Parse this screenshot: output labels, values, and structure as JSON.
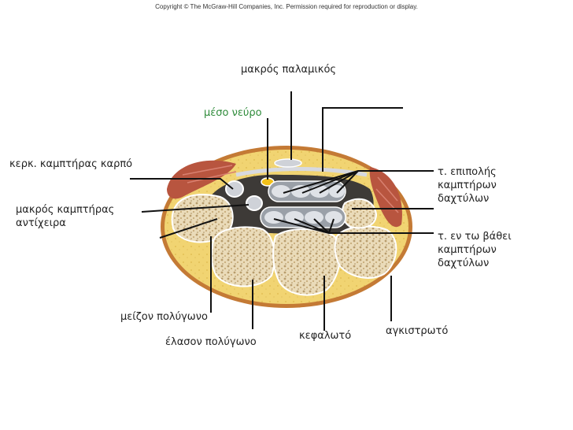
{
  "copyright": "Copyright © The McGraw-Hill Companies, Inc. Permission required for reproduction or display.",
  "labels": {
    "palmaris_longus": "μακρός παλαμικός",
    "median_nerve": "μέσο νεύρο",
    "fcr": "κερκ. καμπτήρας καρπό",
    "fpl_line1": "μακρός καμπτήρας",
    "fpl_line2": "αντίχειρα",
    "fds_line1": "τ. επιπολής",
    "fds_line2": "καμπτήρων",
    "fds_line3": "δαχτύλων",
    "fdp_line1": "τ. εν τω βάθει",
    "fdp_line2": "καμπτήρων",
    "fdp_line3": "δαχτύλων",
    "trapezium": "μείζον πολύγωνο",
    "trapezoid": "έλασον πολύγωνο",
    "capitate": "κεφαλωτό",
    "hamate": "αγκιστρωτό"
  },
  "colors": {
    "fat": "#f1d472",
    "skin": "#c47a35",
    "muscle": "#b8553f",
    "bone": "#e8d9b8",
    "tunnel": "#3d3a37",
    "tendon": "#cfd2d8",
    "nerve": "#f2c019",
    "median_nerve_label": "#2e8b3a"
  }
}
